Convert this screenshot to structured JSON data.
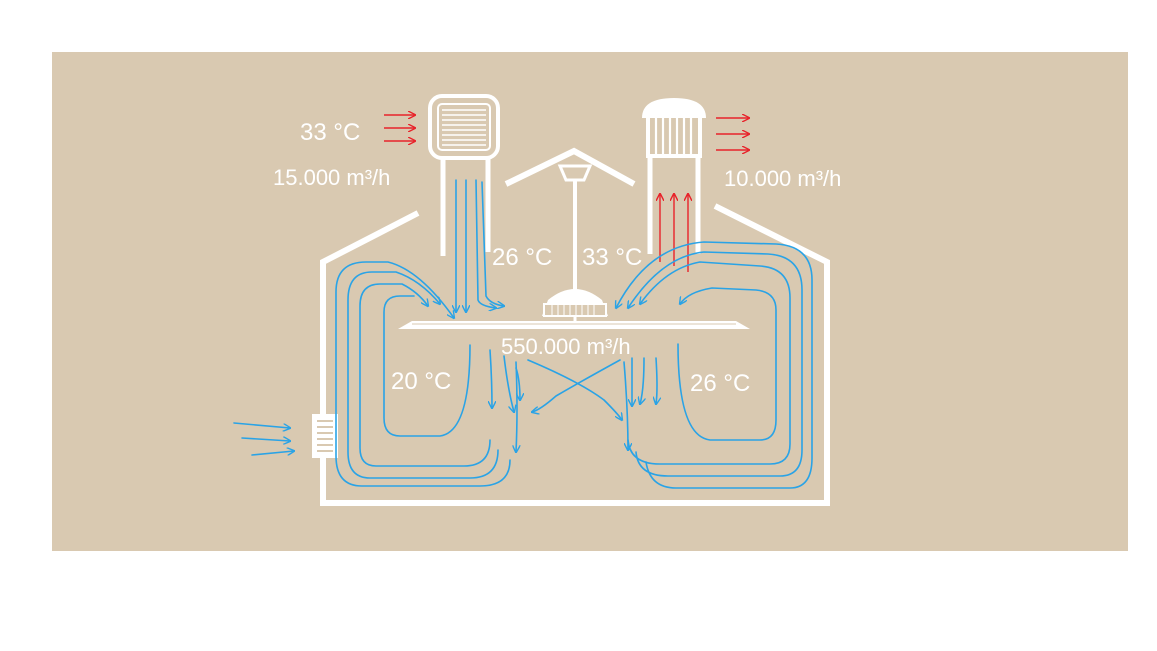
{
  "colors": {
    "background": "#d9c9b1",
    "page": "#ffffff",
    "structure": "#ffffff",
    "cool_air": "#2aa3e6",
    "hot_air": "#e8222a",
    "label_text": "#ffffff"
  },
  "labels": {
    "inlet_temp": "33 °C",
    "inlet_flow": "15.000 m³/h",
    "outlet_flow": "10.000 m³/h",
    "supply_temp": "26 °C",
    "ceiling_temp": "33 °C",
    "fan_flow": "550.000 m³/h",
    "left_zone_temp": "20 °C",
    "right_zone_temp": "26 °C"
  },
  "icons": {
    "intake_unit": "air-intake-grille-icon",
    "exhaust_unit": "roof-exhaust-vent-icon",
    "ceiling_fan": "ceiling-fan-icon",
    "wall_vent": "wall-vent-grille-icon"
  }
}
